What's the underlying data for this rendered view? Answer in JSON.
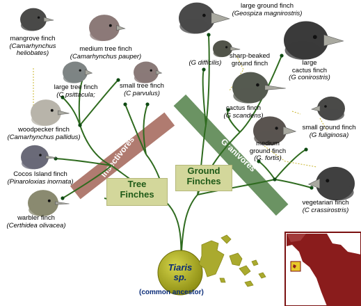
{
  "groups": {
    "tree": [
      "Tree",
      "Finches"
    ],
    "ground": [
      "Ground",
      "Finches"
    ]
  },
  "bands": {
    "insectivores": "Insectivores",
    "granivores": "Granivores"
  },
  "ancestor": {
    "genus": "Tiaris",
    "sp": "sp.",
    "label": "(common ancestor)"
  },
  "species": {
    "mangrove": {
      "common": "mangrove finch",
      "sci": [
        "(Camarhynchus",
        "heliobates)"
      ]
    },
    "medium_tree": {
      "common": "medium tree finch",
      "sci": [
        "(Camarhynchus pauper)"
      ]
    },
    "large_tree": {
      "common": "large tree finch",
      "sci": [
        "(C psittacula;"
      ]
    },
    "small_tree": {
      "common": "small tree finch",
      "sci": [
        "(C parvulus)"
      ]
    },
    "woodpecker": {
      "common": "woodpecker finch",
      "sci": [
        "(Camarhynchus pallidus)"
      ]
    },
    "cocos": {
      "common": "Cocos Island finch",
      "sci": [
        "(Pinaroloxias inornata)"
      ]
    },
    "warbler": {
      "common": "warbler finch",
      "sci": [
        "(Certhidea olivacea)"
      ]
    },
    "large_ground": {
      "common": "large ground finch",
      "sci": [
        "(Geospiza magnirostris)"
      ]
    },
    "sharp_beaked": {
      "common": [
        "sharp-beaked",
        "ground finch"
      ],
      "sci": [
        "(G difficilis)"
      ]
    },
    "large_cactus": {
      "common": [
        "large",
        "cactus finch"
      ],
      "sci": [
        "(G conirostris)"
      ]
    },
    "cactus": {
      "common": "cactus finch",
      "sci": [
        "(G scandens)"
      ]
    },
    "small_ground": {
      "common": "small ground finch",
      "sci": [
        "(G fuliginosa)"
      ]
    },
    "medium_ground": {
      "common": [
        "medium",
        "ground finch"
      ],
      "sci": [
        "(G. fortis)"
      ]
    },
    "vegetarian": {
      "common": "vegetarian finch",
      "sci": [
        "(C crassirostris)"
      ]
    }
  },
  "colors": {
    "branch": "#2f6b1f",
    "insect_band": "#a97064",
    "grain_band": "#5e8a56",
    "node": "#0e4a12",
    "box": "#d3d79b",
    "root": "#a9a91c",
    "island": "#aaaa2e",
    "map_land": "#8a1c1c",
    "map_sea": "#ffffff",
    "map_border": "#7a1010",
    "map_marker": "#e8c82a"
  },
  "icons": [
    "finch-head-icon",
    "galapagos-islands-map",
    "south-america-map"
  ]
}
